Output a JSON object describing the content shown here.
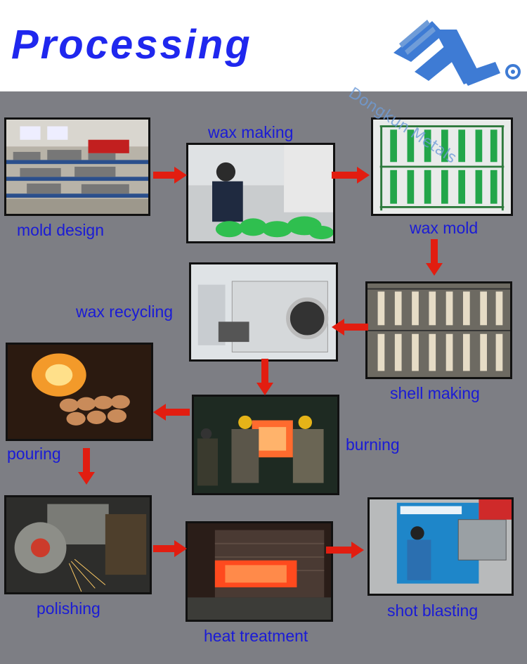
{
  "title": "Processing",
  "logo": {
    "watermark": "Dongkun Metals"
  },
  "steps": [
    {
      "label": "mold design"
    },
    {
      "label": "wax making"
    },
    {
      "label": "wax mold"
    },
    {
      "label": "shell making"
    },
    {
      "label": "wax recycling"
    },
    {
      "label": "burning"
    },
    {
      "label": "pouring"
    },
    {
      "label": "polishing"
    },
    {
      "label": "heat treatment"
    },
    {
      "label": "shot blasting"
    }
  ],
  "colors": {
    "title": "#1f27ee",
    "label": "#1a1bd6",
    "arrow": "#e21d10",
    "background": "#7d7e84"
  }
}
